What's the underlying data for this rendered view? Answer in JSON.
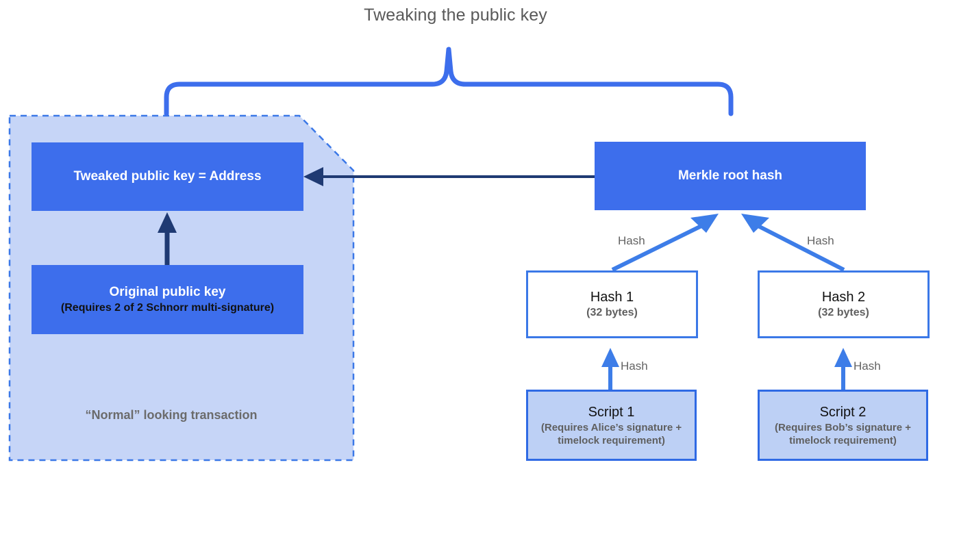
{
  "title": "Tweaking the public key",
  "colors": {
    "brace": "#3d6eec",
    "box_fill_blue": "#3d6eec",
    "box_border_blue": "#2f6ae4",
    "panel_fill": "#c6d5f7",
    "panel_border": "#3b78e7",
    "arrow_navy": "#1f3a73",
    "arrow_blue": "#3d7de8",
    "title_gray": "#595959",
    "label_gray": "#636363",
    "white": "#ffffff"
  },
  "transaction_panel": {
    "caption": "“Normal” looking transaction"
  },
  "nodes": {
    "tweaked_key": {
      "title": "Tweaked public key = Address",
      "subtitle": ""
    },
    "original_key": {
      "title": "Original public key",
      "subtitle": "(Requires 2 of 2 Schnorr multi-signature)"
    },
    "merkle_root": {
      "title": "Merkle root hash",
      "subtitle": ""
    },
    "hash_1": {
      "title": "Hash 1",
      "subtitle": "(32 bytes)"
    },
    "hash_2": {
      "title": "Hash 2",
      "subtitle": "(32 bytes)"
    },
    "script_1": {
      "title": "Script 1",
      "subtitle": "(Requires Alice’s signature + timelock requirement)"
    },
    "script_2": {
      "title": "Script 2",
      "subtitle": "(Requires Bob’s signature + timelock requirement)"
    }
  },
  "edge_labels": {
    "hash_left": "Hash",
    "hash_right": "Hash",
    "hash_script_1": "Hash",
    "hash_script_2": "Hash"
  }
}
